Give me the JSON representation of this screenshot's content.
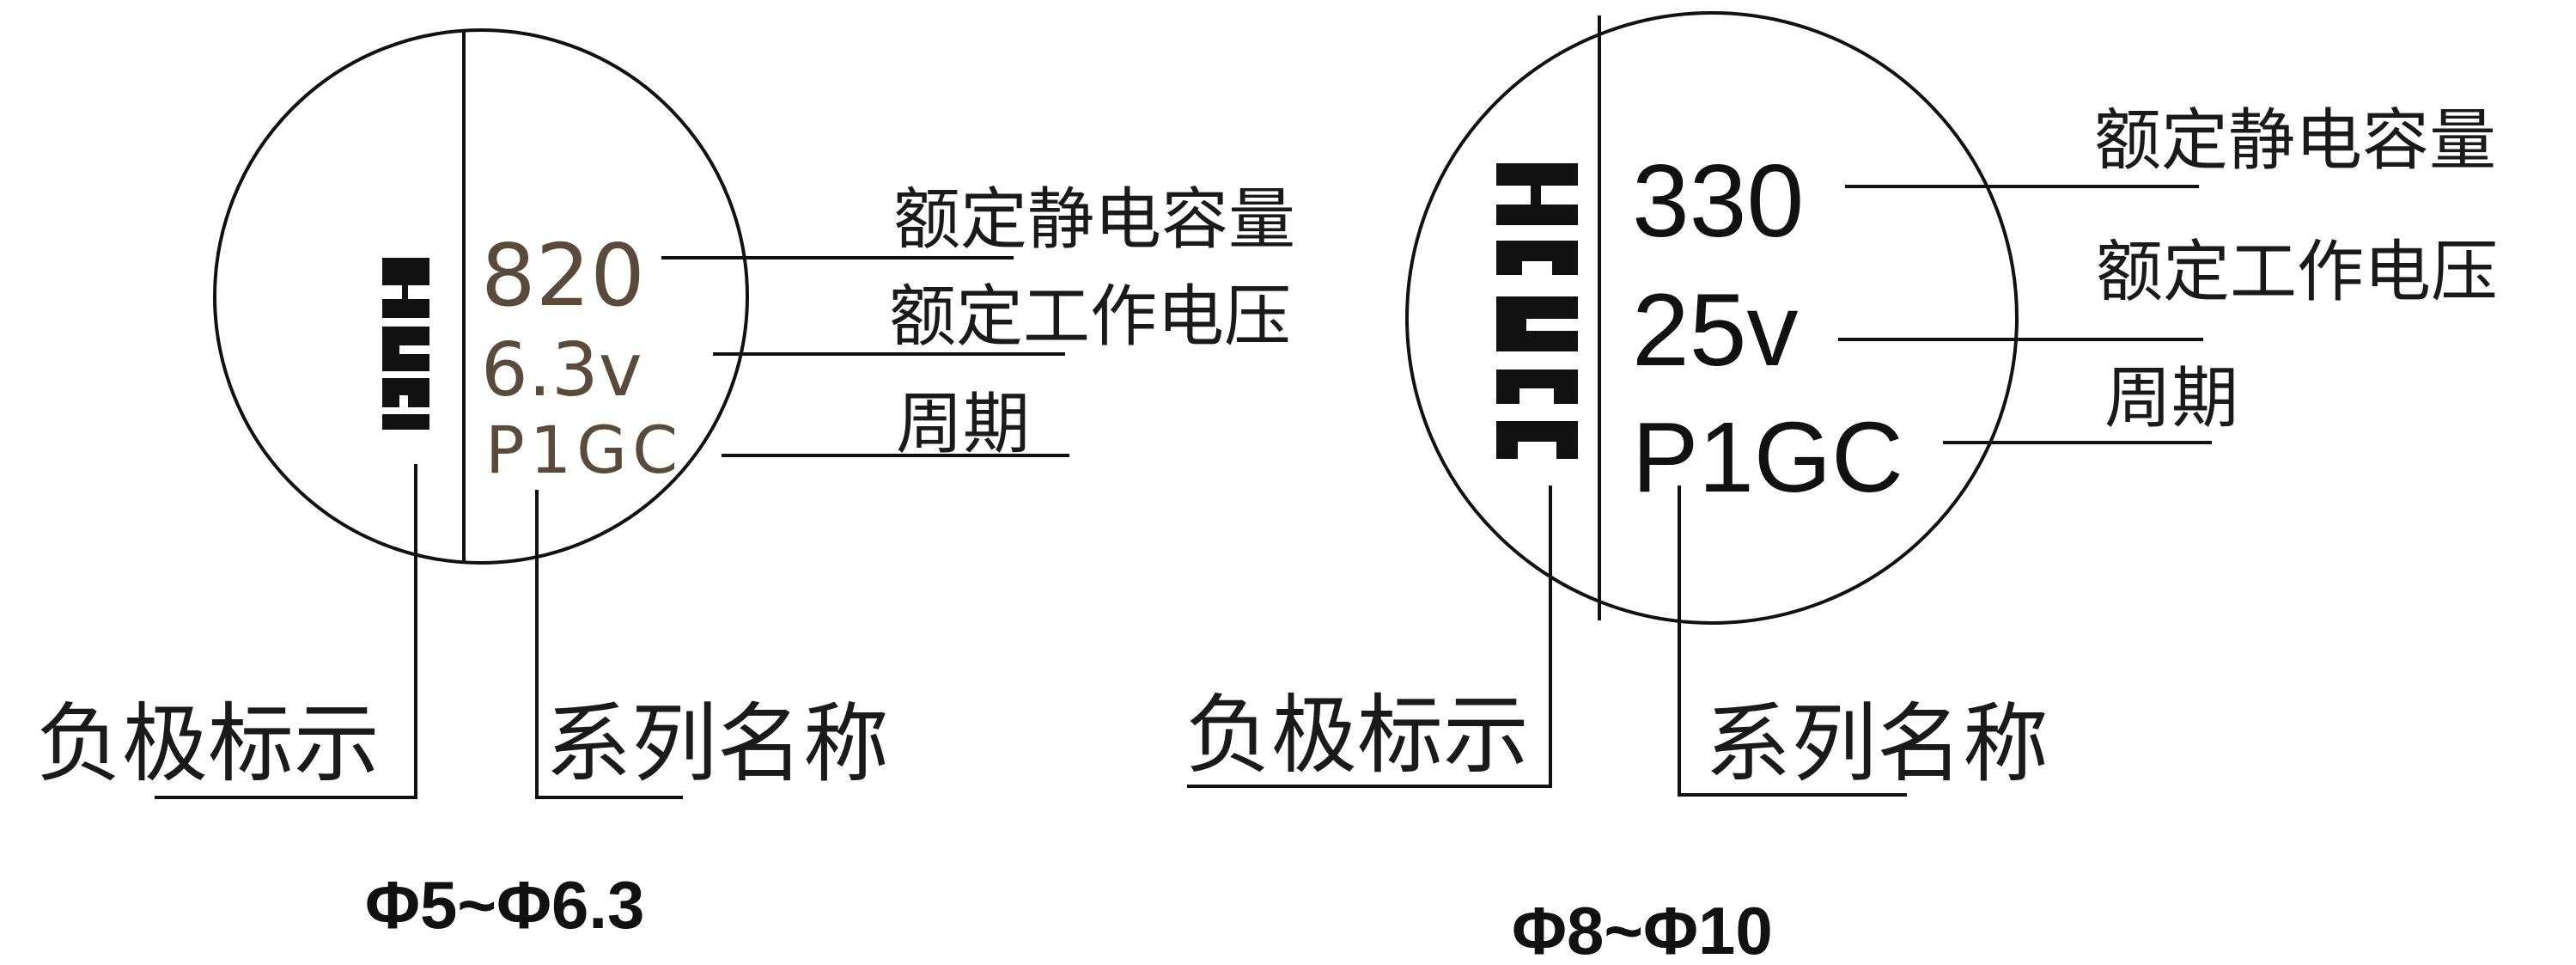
{
  "diagrams": [
    {
      "capacitance_label": "额定静电容量",
      "voltage_label": "额定工作电压",
      "period_label": "周期",
      "negative_label": "负极标示",
      "series_label": "系列名称",
      "capacitance": "820",
      "voltage": "6.3v",
      "period_code": "P1GC",
      "size_range": "Φ5~Φ6.3"
    },
    {
      "capacitance_label": "额定静电容量",
      "voltage_label": "额定工作电压",
      "period_label": "周期",
      "negative_label": "负极标示",
      "series_label": "系列名称",
      "capacitance": "330",
      "voltage": "25v",
      "period_code": "P1GC",
      "size_range": "Φ8~Φ10"
    }
  ],
  "colors": {
    "line": "#111111",
    "small_marking_text": "#5a4a3a",
    "label_text": "#1a1a1a"
  },
  "icons": [
    "negative-polarity-stripe-icon"
  ]
}
